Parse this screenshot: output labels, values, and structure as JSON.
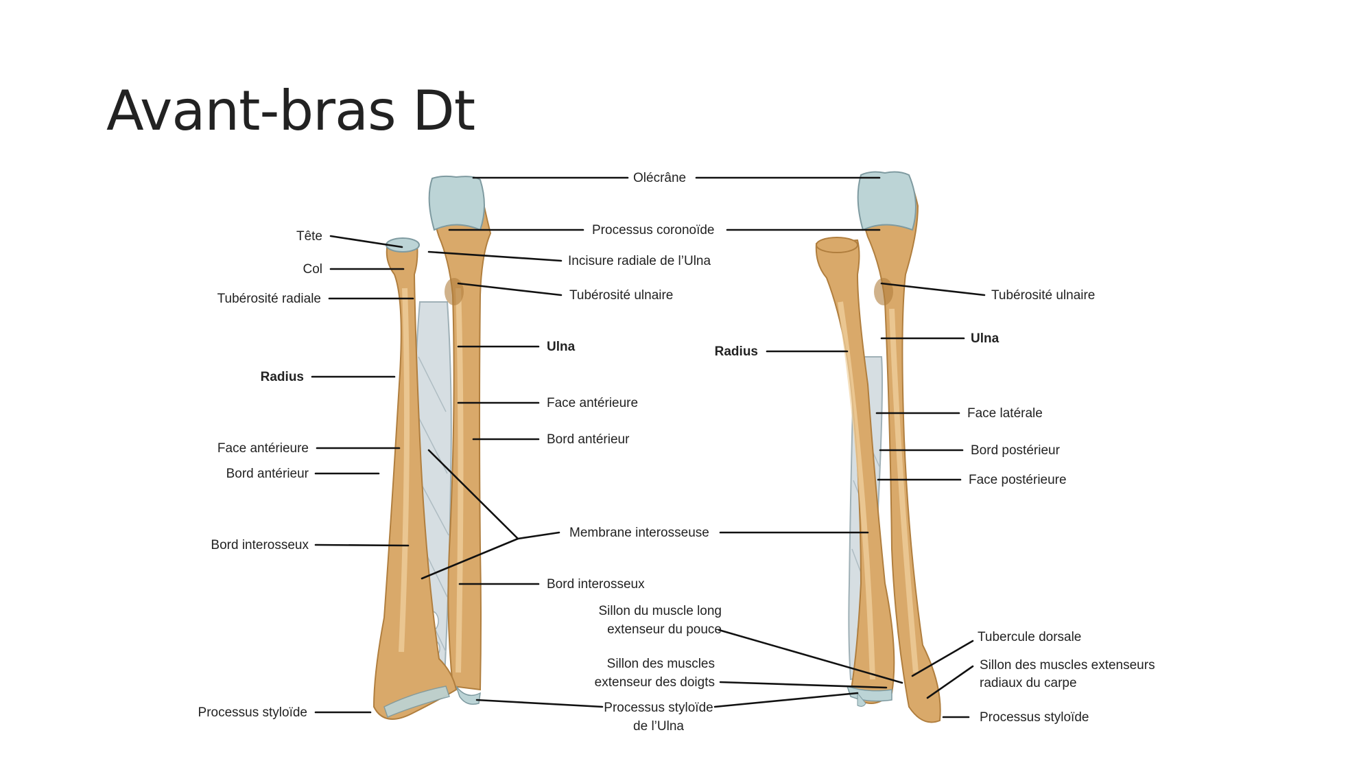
{
  "slide": {
    "title": "Avant-bras Dt"
  },
  "colors": {
    "bone": "#d9a96a",
    "bone_shadow": "#b07e3e",
    "bone_light": "#f1d3a3",
    "cartilage": "#bcd4d6",
    "membrane": "#d6dee2"
  },
  "labels": {
    "olecrane": "Olécrâne",
    "processus_coronoide": "Processus coronoïde",
    "tete": "Tête",
    "col": "Col",
    "incisure_radiale": "Incisure radiale de l’Ulna",
    "tuberosite_radiale": "Tubérosité radiale",
    "tuberosite_ulnaire_left": "Tubérosité ulnaire",
    "tuberosite_ulnaire_right": "Tubérosité ulnaire",
    "ulna_left": "Ulna",
    "ulna_right": "Ulna",
    "radius_left": "Radius",
    "radius_right": "Radius",
    "face_anterieure_ulna": "Face antérieure",
    "bord_anterieur_ulna": "Bord antérieur",
    "face_anterieure_radius": "Face antérieure",
    "bord_anterieur_radius": "Bord antérieur",
    "face_laterale": "Face latérale",
    "bord_posterieur": "Bord postérieur",
    "face_posterieure": "Face postérieure",
    "bord_interosseux_radius": "Bord interosseux",
    "membrane_interosseuse": "Membrane interosseuse",
    "bord_interosseux_ulna": "Bord interosseux",
    "sillon_long_extenseur_1": "Sillon du muscle long",
    "sillon_long_extenseur_2": "extenseur du pouce",
    "tubercule_dorsal": "Tubercule dorsale",
    "sillon_doigts_1": "Sillon des muscles",
    "sillon_doigts_2": "extenseur des doigts",
    "sillon_carpe_1": "Sillon des muscles extenseurs",
    "sillon_carpe_2": "radiaux du carpe",
    "processus_styloide_radius": "Processus styloïde",
    "processus_styloide_ulna_1": "Processus styloïde",
    "processus_styloide_ulna_2": "de l’Ulna",
    "processus_styloide_right": "Processus styloïde"
  }
}
